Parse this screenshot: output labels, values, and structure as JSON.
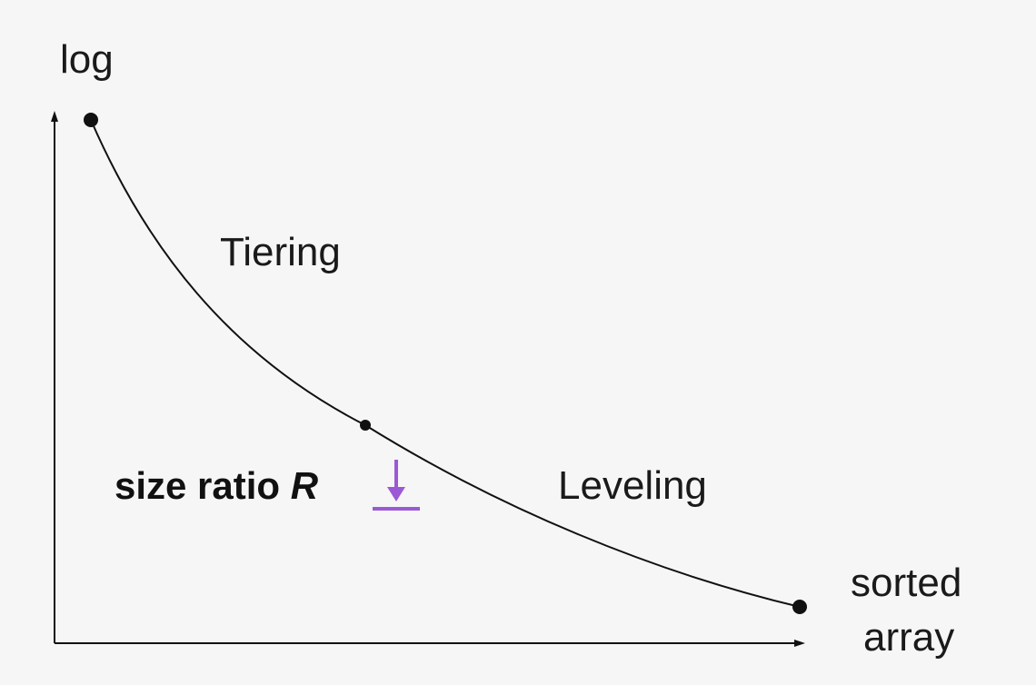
{
  "labels": {
    "y_axis_top": "log",
    "upper_region": "Tiering",
    "lower_region": "Leveling",
    "x_axis_end_line1": "sorted",
    "x_axis_end_line2": "array",
    "parameter_text": "size ratio",
    "parameter_symbol": "R"
  },
  "colors": {
    "background": "#f6f6f6",
    "ink": "#111111",
    "accent": "#9b59d6"
  },
  "icons": {
    "parameter_indicator": "arrow-down-to-bar-icon"
  }
}
